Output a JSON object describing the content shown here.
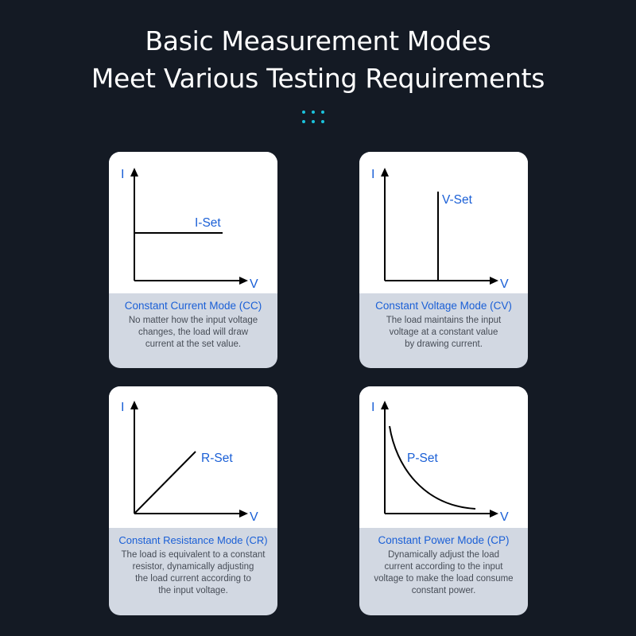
{
  "title": {
    "line1": "Basic Measurement Modes",
    "line2": "Meet Various Testing Requirements"
  },
  "colors": {
    "background": "#141a24",
    "accent_dots": "#1bc3dc",
    "label_blue": "#1a5fd6",
    "caption_bg": "#d2d8e2"
  },
  "modes": [
    {
      "code": "CC",
      "title": "Constant Current Mode (CC)",
      "desc": [
        "No matter how the input voltage",
        "changes, the load will draw",
        "current at the set value."
      ],
      "axis_x": "V",
      "axis_y": "I",
      "set_label": "I-Set"
    },
    {
      "code": "CV",
      "title": "Constant Voltage Mode (CV)",
      "desc": [
        "The load maintains the input",
        "voltage at a constant value",
        "by drawing current."
      ],
      "axis_x": "V",
      "axis_y": "I",
      "set_label": "V-Set"
    },
    {
      "code": "CR",
      "title": "Constant Resistance Mode (CR)",
      "desc": [
        "The load is equivalent to a constant",
        "resistor, dynamically adjusting",
        "the load current according to",
        "the input voltage."
      ],
      "axis_x": "V",
      "axis_y": "I",
      "set_label": "R-Set"
    },
    {
      "code": "CP",
      "title": "Constant Power Mode (CP)",
      "desc": [
        "Dynamically adjust the load",
        "current according to the input",
        "voltage to make the load consume",
        "constant power."
      ],
      "axis_x": "V",
      "axis_y": "I",
      "set_label": "P-Set"
    }
  ]
}
